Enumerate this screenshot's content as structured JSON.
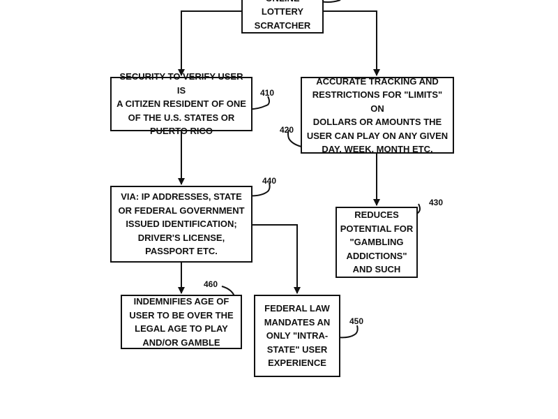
{
  "diagram": {
    "nodes": {
      "root": {
        "text": "ONLINE\nLOTTERY\nSCRATCHER"
      },
      "n410": {
        "ref": "410",
        "text": "SECURITY TO VERIFY USER IS\nA CITIZEN RESIDENT OF ONE\nOF THE U.S. STATES OR\nPUERTO RICO"
      },
      "n420": {
        "ref": "420",
        "text": "ACCURATE TRACKING AND\nRESTRICTIONS FOR \"LIMITS\" ON\nDOLLARS OR AMOUNTS THE\nUSER CAN PLAY ON ANY GIVEN\nDAY, WEEK, MONTH ETC."
      },
      "n430": {
        "ref": "430",
        "text": "REDUCES\nPOTENTIAL FOR\n\"GAMBLING\nADDICTIONS\"\nAND SUCH"
      },
      "n440": {
        "ref": "440",
        "text": "VIA: IP ADDRESSES, STATE\nOR FEDERAL GOVERNMENT\nISSUED IDENTIFICATION;\nDRIVER'S LICENSE,\nPASSPORT ETC."
      },
      "n450": {
        "ref": "450",
        "text": "FEDERAL LAW\nMANDATES AN\nONLY \"INTRA-\nSTATE\" USER\nEXPERIENCE"
      },
      "n460": {
        "ref": "460",
        "text": "INDEMNIFIES AGE OF\nUSER TO BE OVER THE\nLEGAL AGE TO PLAY\nAND/OR GAMBLE"
      }
    }
  }
}
